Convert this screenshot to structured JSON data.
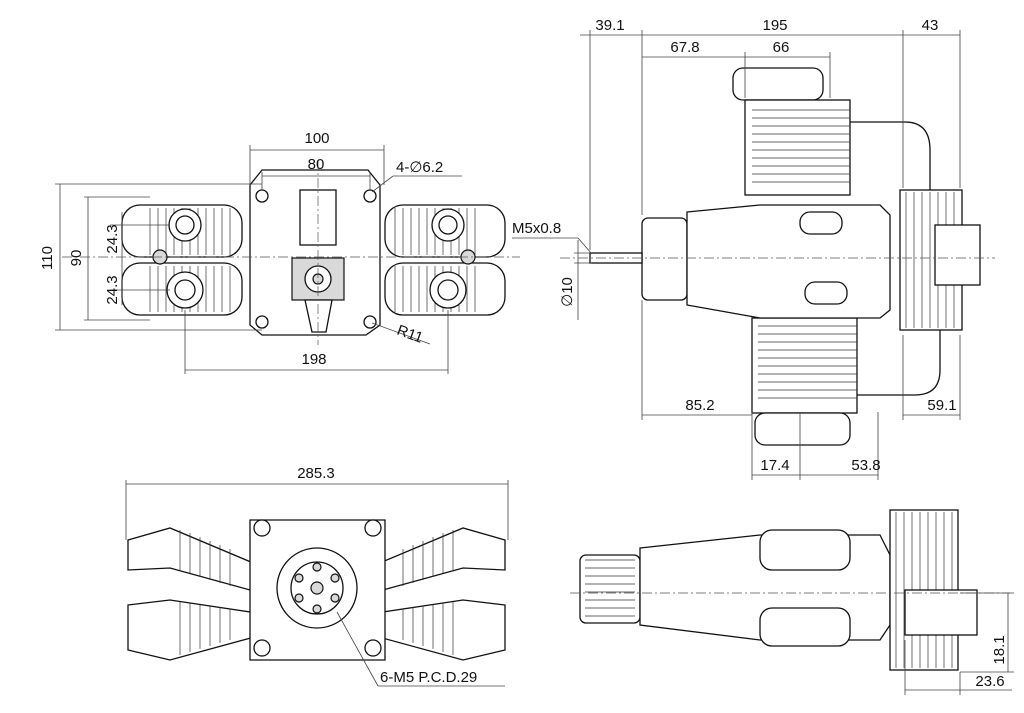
{
  "dimensions": {
    "front": {
      "width_outer": "100",
      "width_inner": "80",
      "holes": "4-∅6.2",
      "height_outer": "110",
      "height_inner": "90",
      "offset_upper": "24.3",
      "offset_lower": "24.3",
      "corner_radius": "R11",
      "span": "198"
    },
    "side": {
      "prop_offset": "39.1",
      "total_length": "195",
      "rear_extent": "43",
      "front_to_cyl": "67.8",
      "cyl_pitch": "66",
      "thread": "M5x0.8",
      "shaft_dia": "∅10",
      "front_length": "85.2",
      "rear_length": "59.1",
      "cyl_offset_a": "17.4",
      "cyl_offset_b": "53.8"
    },
    "top": {
      "overall_width": "285.3",
      "mount": "6-M5 P.C.D.29"
    },
    "bottom": {
      "height_small": "18.1",
      "width_small": "23.6"
    }
  }
}
